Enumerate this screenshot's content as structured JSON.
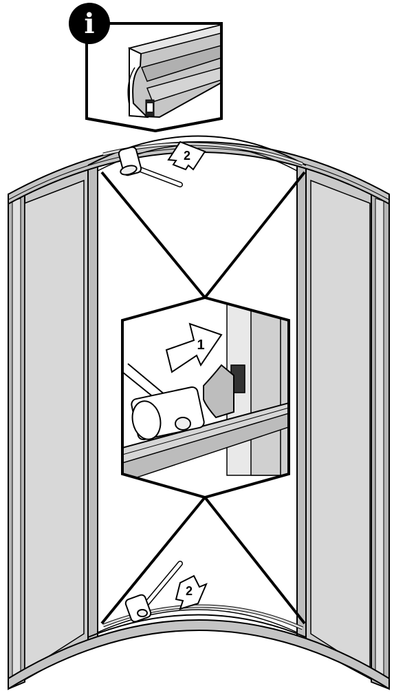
{
  "info_badge": {
    "glyph": "i",
    "icon": "info-icon"
  },
  "steps": [
    {
      "id": "step-1",
      "label": "1"
    },
    {
      "id": "step-2-top",
      "label": "2"
    },
    {
      "id": "step-2-bottom",
      "label": "2"
    }
  ],
  "colors": {
    "outline": "#000000",
    "panel_fill": "#d2d2d2",
    "frame_fill": "#bdbdbd",
    "glass": "#ffffff",
    "detail_fill": "#e6e6e6"
  }
}
